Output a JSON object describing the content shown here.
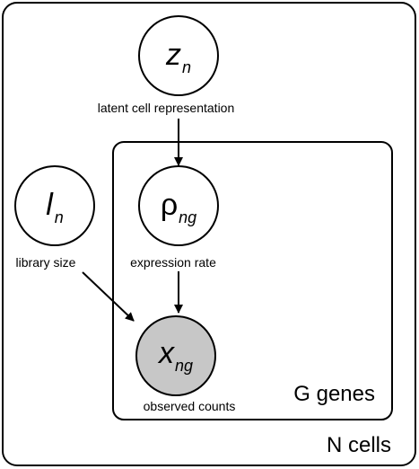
{
  "plates": {
    "outer_label": "N cells",
    "inner_label": "G genes"
  },
  "nodes": {
    "z": {
      "symbol": "z",
      "subscript": "n",
      "caption": "latent cell representation",
      "observed": false
    },
    "l": {
      "symbol": "l",
      "subscript": "n",
      "caption": "library size",
      "observed": false
    },
    "rho": {
      "symbol": "ρ",
      "subscript": "ng",
      "caption": "expression rate",
      "observed": false
    },
    "x": {
      "symbol": "x",
      "subscript": "ng",
      "caption": "observed counts",
      "observed": true
    }
  },
  "edges": [
    {
      "from": "z",
      "to": "rho"
    },
    {
      "from": "rho",
      "to": "x"
    },
    {
      "from": "l",
      "to": "x"
    }
  ],
  "colors": {
    "observed_fill": "#c7c7c7",
    "stroke": "#000000",
    "background": "#ffffff"
  }
}
